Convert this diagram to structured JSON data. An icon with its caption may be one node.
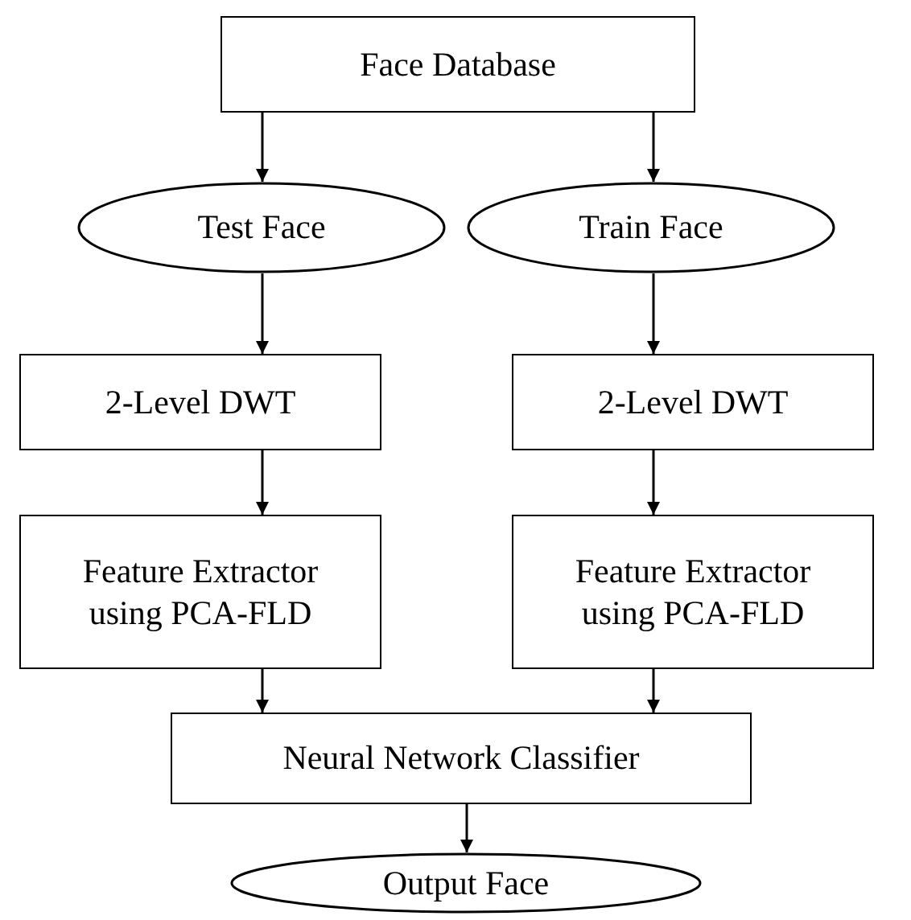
{
  "diagram": {
    "nodes": [
      {
        "text": [
          "Face Database"
        ]
      },
      {
        "text": [
          "Test Face"
        ]
      },
      {
        "text": [
          "Train Face"
        ]
      },
      {
        "text": [
          "2-Level DWT"
        ]
      },
      {
        "text": [
          "2-Level DWT"
        ]
      },
      {
        "text": [
          "Feature Extractor using PCA-FLD"
        ]
      },
      {
        "text": [
          "Feature Extractor using PCA-FLD"
        ]
      },
      {
        "text": [
          "Neural Network Classifier"
        ]
      },
      {
        "text": [
          "Output Face"
        ]
      }
    ],
    "edges": [
      {
        "from": 0,
        "to": 1,
        "arrow": "to"
      },
      {
        "from": 0,
        "to": 2,
        "arrow": "to"
      },
      {
        "from": 1,
        "to": 3,
        "arrow": "to"
      },
      {
        "from": 2,
        "to": 4,
        "arrow": "to"
      },
      {
        "from": 3,
        "to": 5,
        "arrow": "to"
      },
      {
        "from": 4,
        "to": 6,
        "arrow": "to"
      },
      {
        "from": 5,
        "to": 7,
        "arrow": "to"
      },
      {
        "from": 6,
        "to": 7,
        "arrow": "to"
      },
      {
        "from": 7,
        "to": 8,
        "arrow": "to"
      }
    ]
  }
}
